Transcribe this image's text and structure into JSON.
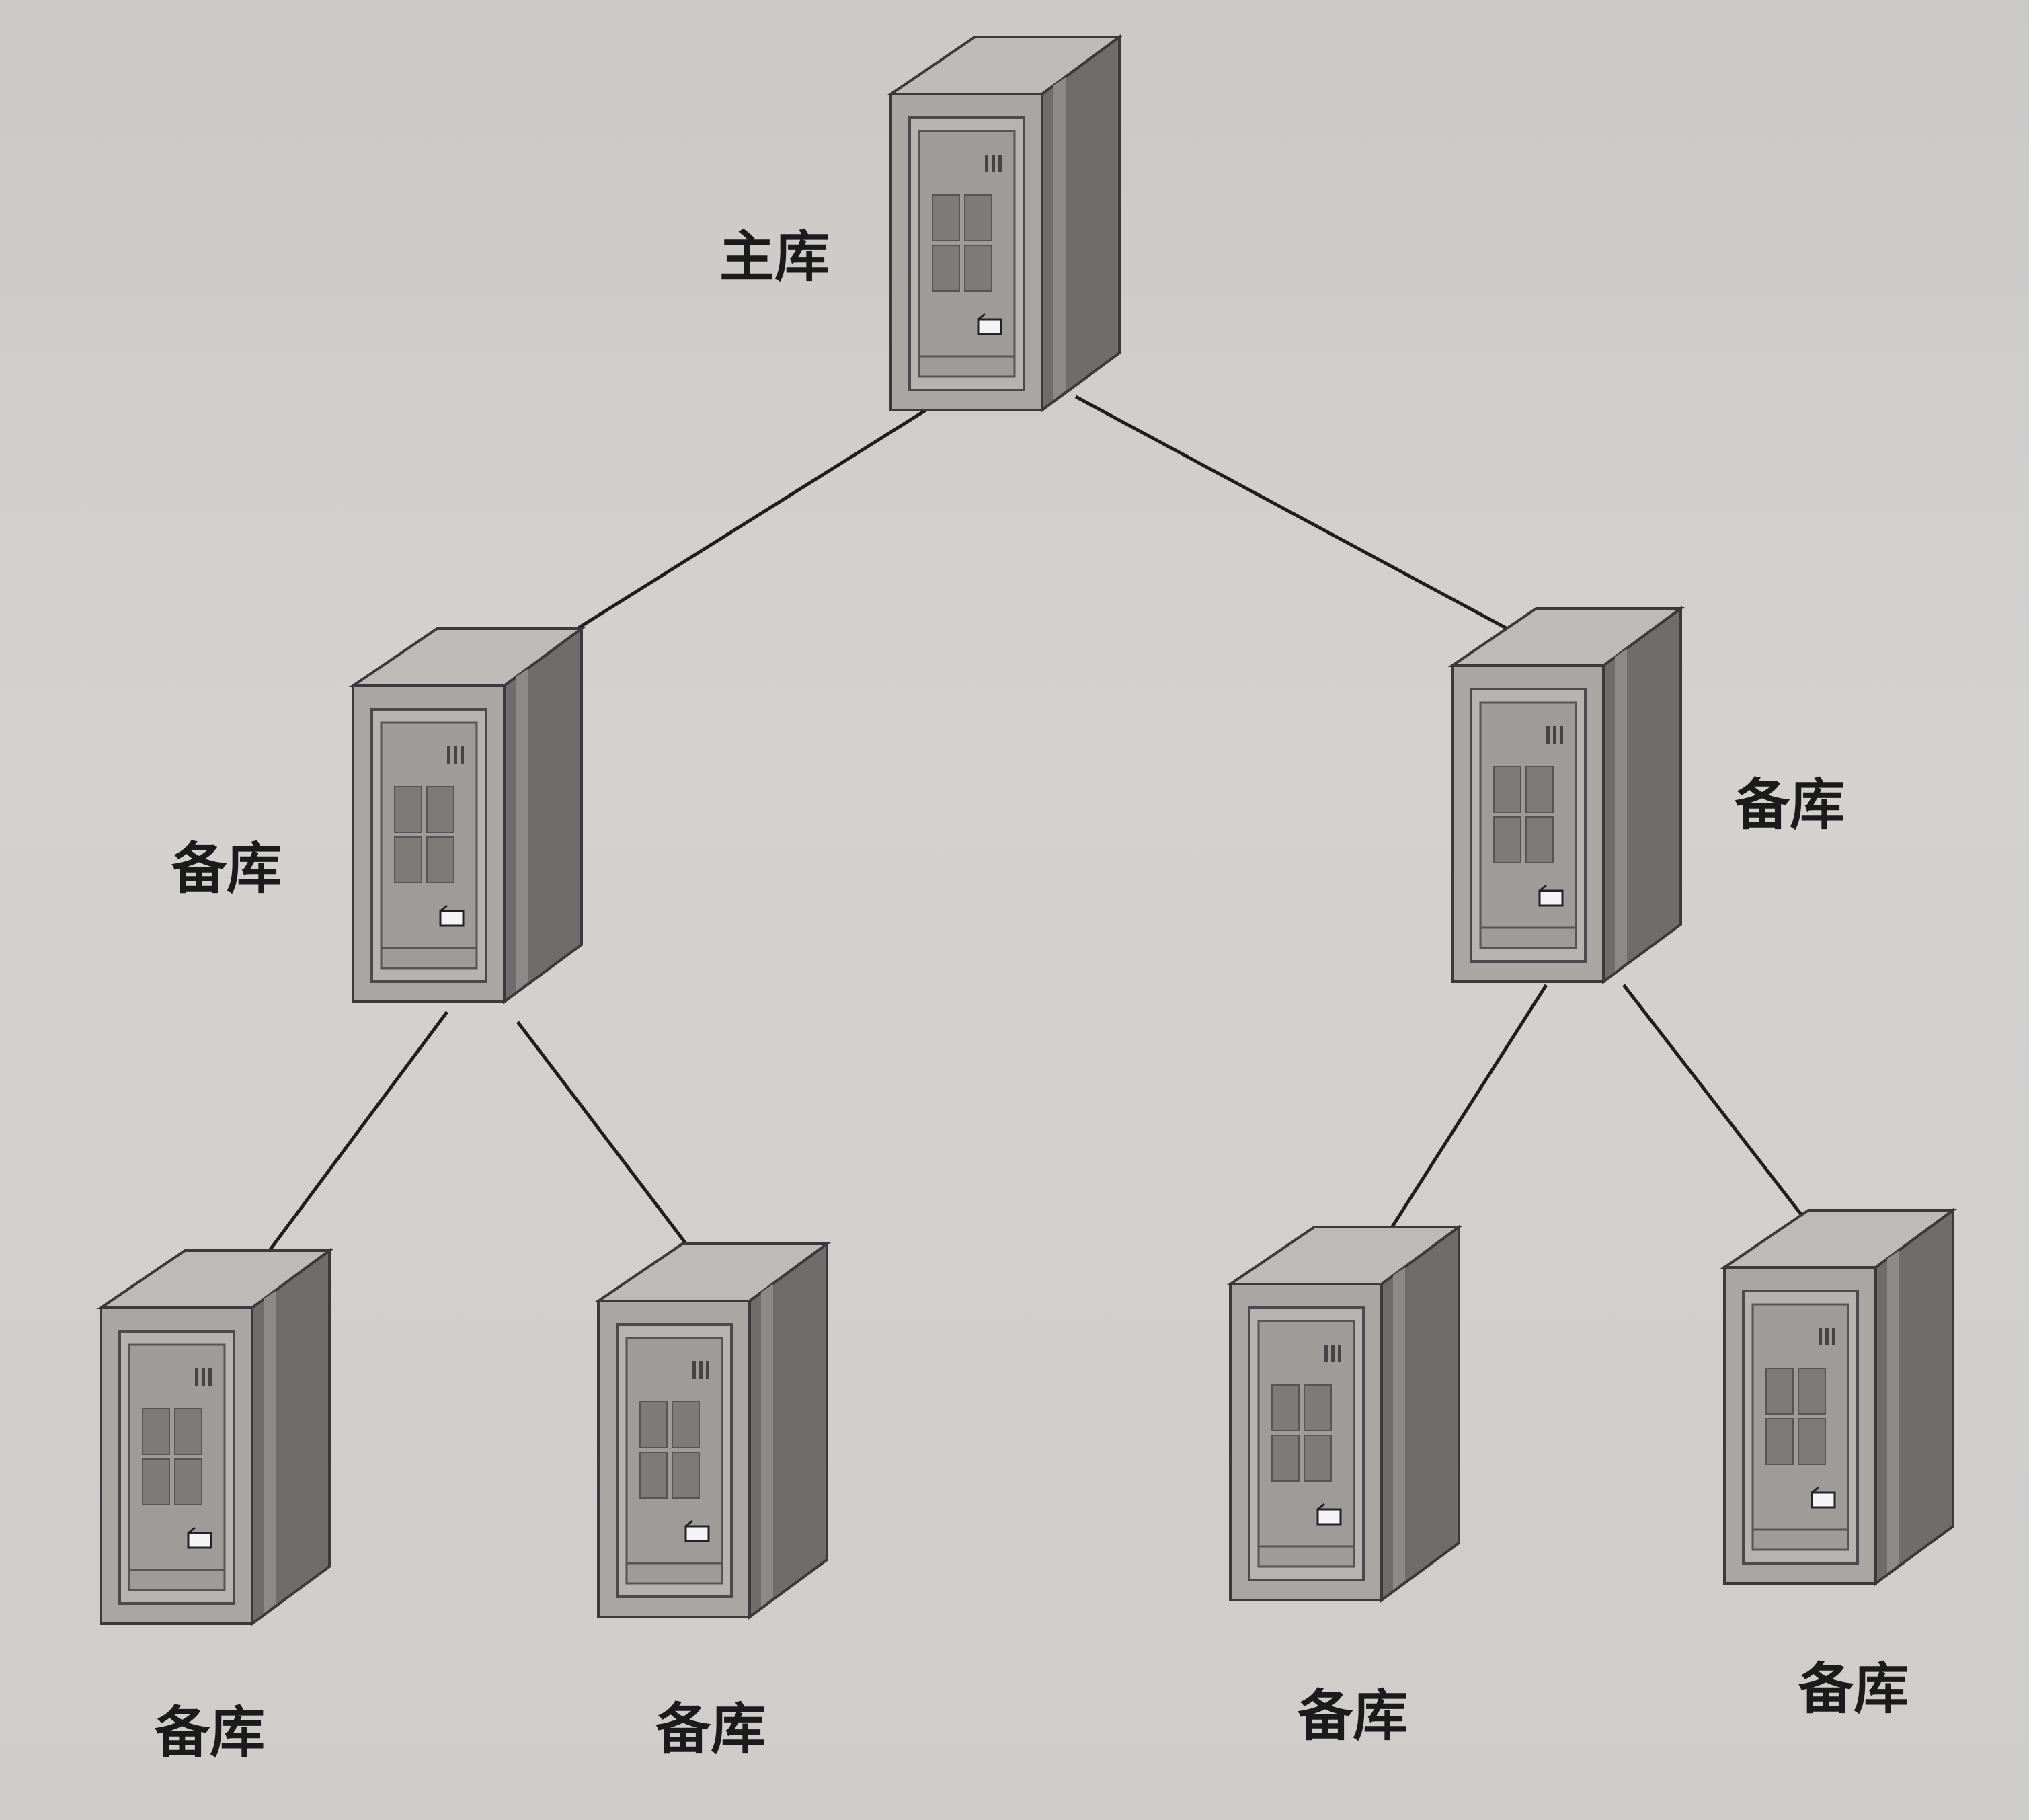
{
  "diagram": {
    "nodes": [
      {
        "id": "master",
        "label": "主库",
        "icon": "server-icon"
      },
      {
        "id": "slave-left",
        "label": "备库",
        "icon": "server-icon"
      },
      {
        "id": "slave-right",
        "label": "备库",
        "icon": "server-icon"
      },
      {
        "id": "slave-ll",
        "label": "备库",
        "icon": "server-icon"
      },
      {
        "id": "slave-lr",
        "label": "备库",
        "icon": "server-icon"
      },
      {
        "id": "slave-rl",
        "label": "备库",
        "icon": "server-icon"
      },
      {
        "id": "slave-rr",
        "label": "备库",
        "icon": "server-icon"
      }
    ],
    "edges": [
      {
        "from": "master",
        "to": "slave-left"
      },
      {
        "from": "master",
        "to": "slave-right"
      },
      {
        "from": "slave-left",
        "to": "slave-ll"
      },
      {
        "from": "slave-left",
        "to": "slave-lr"
      },
      {
        "from": "slave-right",
        "to": "slave-rl"
      },
      {
        "from": "slave-right",
        "to": "slave-rr"
      }
    ]
  },
  "colors": {
    "background": "#cfcdca",
    "server_front": "#a9a7a4",
    "server_side": "#6f6d6b",
    "server_top": "#bdbbb8",
    "arrow": "#1e1e1e",
    "label": "#1b1b1b"
  }
}
